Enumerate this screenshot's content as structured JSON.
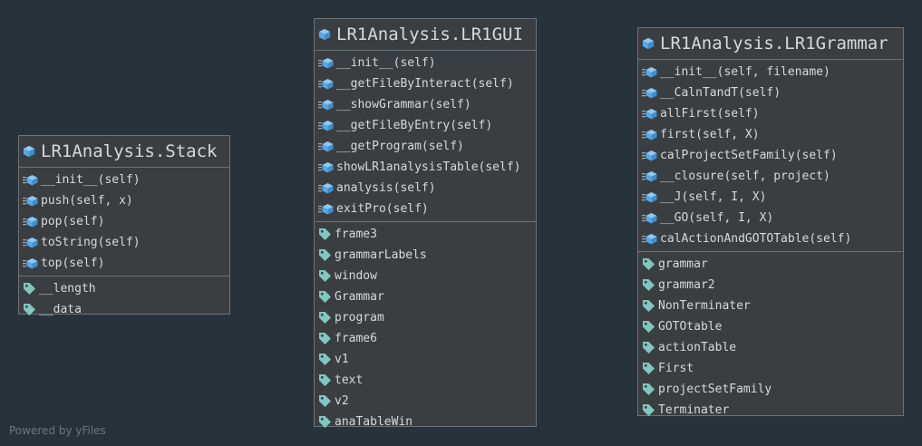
{
  "colors": {
    "background": "#27323a",
    "box_fill": "#3b3e40",
    "box_border": "#6b7278",
    "text": "#d8d8d8",
    "class_icon": "#56a8e8",
    "method_icon": "#56a8e8",
    "field_icon": "#7ec8c0"
  },
  "classes": [
    {
      "title": "LR1Analysis.Stack",
      "icon": "class-cube-icon",
      "methods": [
        "__init__(self)",
        "push(self, x)",
        "pop(self)",
        "toString(self)",
        "top(self)"
      ],
      "fields": [
        "__length",
        "__data"
      ]
    },
    {
      "title": "LR1Analysis.LR1GUI",
      "icon": "class-cube-icon",
      "methods": [
        "__init__(self)",
        "__getFileByInteract(self)",
        "__showGrammar(self)",
        "__getFileByEntry(self)",
        "__getProgram(self)",
        "showLR1analysisTable(self)",
        "analysis(self)",
        "exitPro(self)"
      ],
      "fields": [
        "frame3",
        "grammarLabels",
        "window",
        "Grammar",
        "program",
        "frame6",
        "v1",
        "text",
        "v2",
        "anaTableWin"
      ]
    },
    {
      "title": "LR1Analysis.LR1Grammar",
      "icon": "class-cube-icon",
      "methods": [
        "__init__(self, filename)",
        "__CalnTandT(self)",
        "allFirst(self)",
        "first(self, X)",
        "calProjectSetFamily(self)",
        "__closure(self, project)",
        "__J(self, I, X)",
        "__GO(self, I, X)",
        "calActionAndGOTOTable(self)"
      ],
      "fields": [
        "grammar",
        "grammar2",
        "NonTerminater",
        "GOTOtable",
        "actionTable",
        "First",
        "projectSetFamily",
        "Terminater"
      ]
    }
  ],
  "footer": {
    "credit": "Powered by yFiles"
  }
}
